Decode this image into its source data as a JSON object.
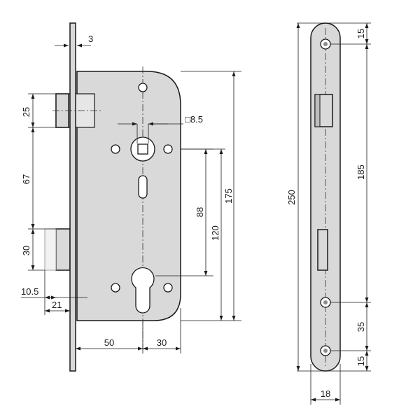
{
  "front_view": {
    "dims": {
      "faceplate_thickness": "3",
      "latch_height": "25",
      "latch_to_bolt": "67",
      "bolt_height": "30",
      "bolt_projection": "10.5",
      "faceplate_to_body": "21",
      "square_spindle": "□8.5",
      "spindle_to_cylinder": "88",
      "spindle_to_lower_screw": "120",
      "body_height": "175",
      "backset": "50",
      "cylinder_to_body_edge": "30"
    }
  },
  "side_view": {
    "dims": {
      "top_hole": "15",
      "hole_spacing": "185",
      "overall_length": "250",
      "lower_hole_spacing": "35",
      "bottom_hole": "15",
      "plate_width": "18"
    }
  }
}
